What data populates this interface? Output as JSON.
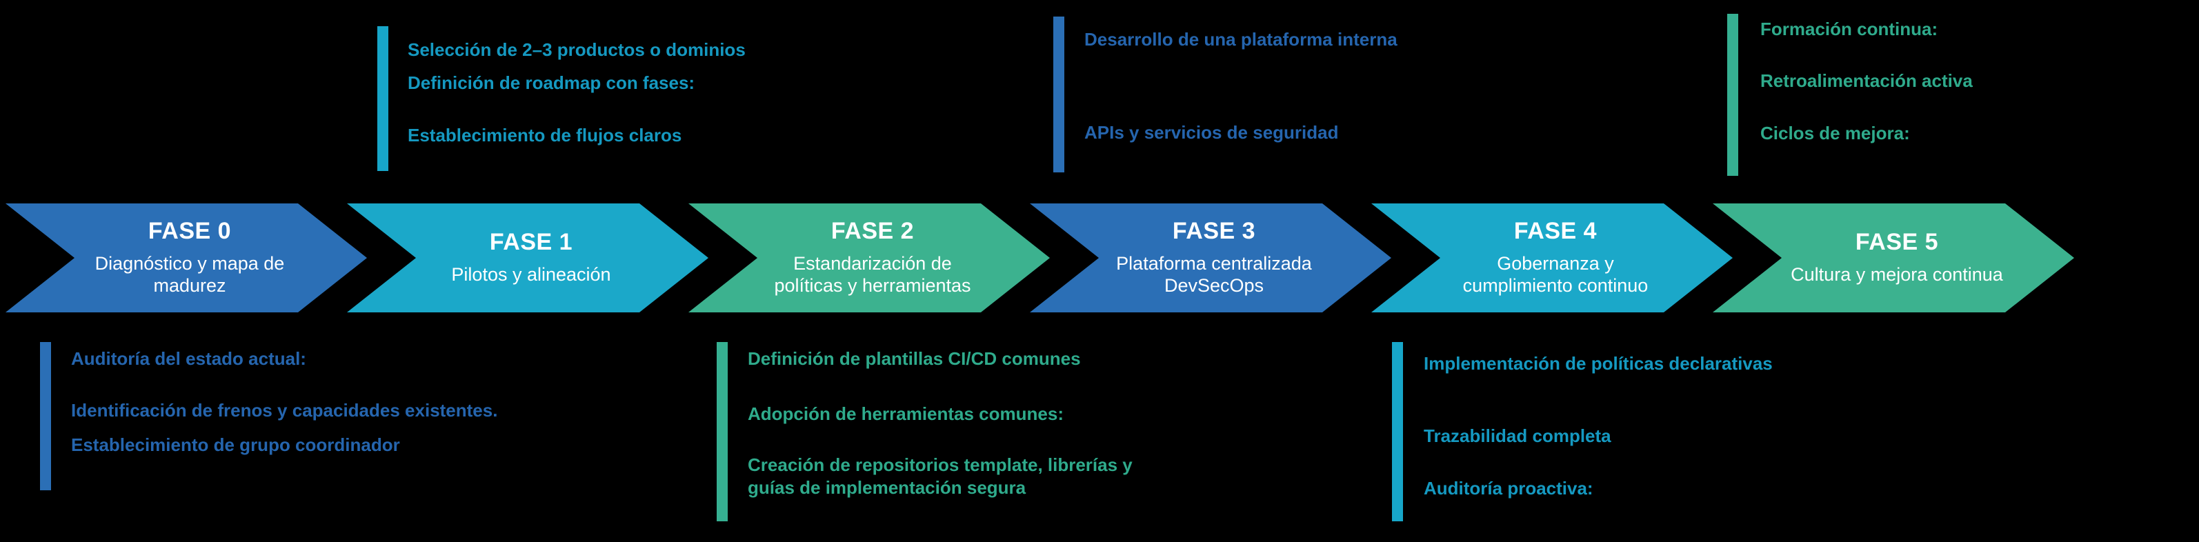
{
  "diagram": {
    "background_color": "#000000",
    "palette": {
      "blue": "#2B6FB6",
      "cyan": "#1BA8C9",
      "green": "#3CB28F",
      "blue_text": "#2565AE",
      "cyan_text": "#1599C1",
      "green_text": "#2FAB8C",
      "phase_text": "#FFFFFF"
    }
  },
  "phases": [
    {
      "label": "FASE 0",
      "subtitle": "Diagnóstico y mapa de madurez",
      "color": "#2B6FB6"
    },
    {
      "label": "FASE 1",
      "subtitle": "Pilotos y alineación",
      "color": "#1BA8C9"
    },
    {
      "label": "FASE 2",
      "subtitle": "Estandarización de políticas y herramientas",
      "color": "#3CB28F"
    },
    {
      "label": "FASE 3",
      "subtitle": "Plataforma centralizada DevSecOps",
      "color": "#2B6FB6"
    },
    {
      "label": "FASE 4",
      "subtitle": "Gobernanza y cumplimiento continuo",
      "color": "#1BA8C9"
    },
    {
      "label": "FASE 5",
      "subtitle": "Cultura y mejora continua",
      "color": "#3CB28F"
    }
  ],
  "annotations": {
    "top": [
      {
        "for_phase": "FASE 1",
        "bar_color": "#17A6C9",
        "text_color": "#1599C1",
        "items": [
          "Selección de 2–3 productos o dominios",
          "Definición de roadmap con fases:",
          "Establecimiento de flujos claros"
        ]
      },
      {
        "for_phase": "FASE 3",
        "bar_color": "#2B6FB6",
        "text_color": "#2565AE",
        "items": [
          "Desarrollo de una plataforma interna",
          "APIs y servicios de seguridad"
        ]
      },
      {
        "for_phase": "FASE 5",
        "bar_color": "#36B092",
        "text_color": "#2FAB8C",
        "items": [
          "Formación continua:",
          "Retroalimentación activa",
          "Ciclos de mejora:"
        ]
      }
    ],
    "bottom": [
      {
        "for_phase": "FASE 0",
        "bar_color": "#2B6FB6",
        "text_color": "#2565AE",
        "items": [
          "Auditoría del estado actual:",
          "Identificación de frenos y capacidades existentes.",
          "Establecimiento de grupo coordinador"
        ]
      },
      {
        "for_phase": "FASE 2",
        "bar_color": "#36B092",
        "text_color": "#2FAB8C",
        "items": [
          "Definición de plantillas CI/CD comunes",
          "Adopción de herramientas comunes:",
          "Creación de repositorios template, librerías y guías de implementación segura"
        ]
      },
      {
        "for_phase": "FASE 4",
        "bar_color": "#17A6C9",
        "text_color": "#1599C1",
        "items": [
          "Implementación de políticas declarativas",
          "Trazabilidad completa",
          "Auditoría proactiva:"
        ]
      }
    ]
  }
}
